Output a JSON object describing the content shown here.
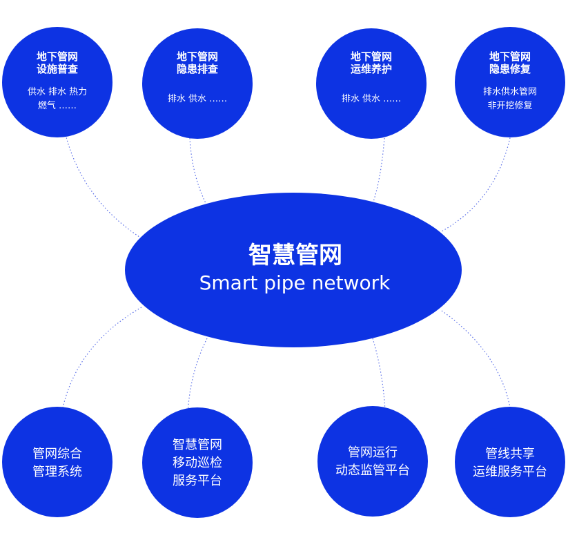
{
  "colors": {
    "node_fill": "#0d33e3",
    "node_text": "#ffffff",
    "connector": "#5a6fe8",
    "background": "#ffffff"
  },
  "center": {
    "title": "智慧管网",
    "subtitle": "Smart pipe network"
  },
  "top_nodes": [
    {
      "title_line1": "地下管网",
      "title_line2": "设施普查",
      "body_line1": "供水  排水  热力",
      "body_line2": "燃气  ……"
    },
    {
      "title_line1": "地下管网",
      "title_line2": "隐患排查",
      "body_line1": "排水  供水  ……",
      "body_line2": ""
    },
    {
      "title_line1": "地下管网",
      "title_line2": "运维养护",
      "body_line1": "排水  供水  ……",
      "body_line2": ""
    },
    {
      "title_line1": "地下管网",
      "title_line2": "隐患修复",
      "body_line1": "排水供水管网",
      "body_line2": "非开挖修复"
    }
  ],
  "bottom_nodes": [
    {
      "lines": [
        "管网综合",
        "管理系统"
      ]
    },
    {
      "lines": [
        "智慧管网",
        "移动巡检",
        "服务平台"
      ]
    },
    {
      "lines": [
        "管网运行",
        "动态监管平台"
      ]
    },
    {
      "lines": [
        "管线共享",
        "运维服务平台"
      ]
    }
  ]
}
